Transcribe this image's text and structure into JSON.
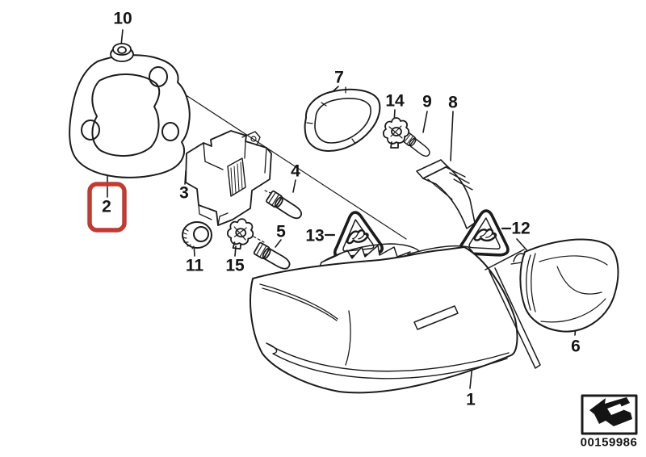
{
  "diagram": {
    "part_labels": {
      "p1": "1",
      "p2": "2",
      "p3": "3",
      "p4": "4",
      "p5": "5",
      "p6": "6",
      "p7": "7",
      "p8": "8",
      "p9": "9",
      "p10": "10",
      "p11": "11",
      "p12": "12",
      "p13": "13",
      "p14": "14",
      "p15": "15"
    },
    "highlighted_part": "2",
    "part_code": "00159986",
    "colors": {
      "line": "#1b1b1b",
      "highlight_red": "#c23b31",
      "background": "#ffffff"
    },
    "icons": {
      "warning_triangle": "warning-triangle-icon",
      "direction_arrow": "direction-of-travel-arrow-icon"
    }
  }
}
